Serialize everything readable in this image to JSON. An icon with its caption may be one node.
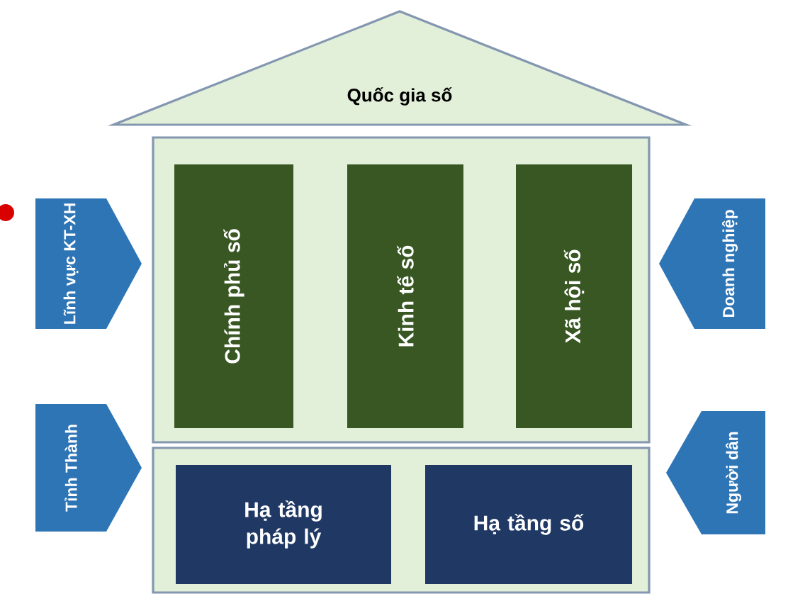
{
  "diagram": {
    "nodes": [
      {
        "text": [
          "Quốc gia số"
        ]
      },
      {
        "text": [],
        "shape": "box"
      },
      {
        "text": [
          "Chính phủ số"
        ],
        "in": 1
      },
      {
        "text": [
          "Kinh tế số"
        ],
        "in": 1
      },
      {
        "text": [
          "Xã hội số"
        ],
        "in": 1
      },
      {
        "text": [],
        "shape": "box"
      },
      {
        "text": [
          "Hạ tầng pháp lý"
        ],
        "in": 5
      },
      {
        "text": [
          "Hạ tầng số"
        ],
        "in": 5
      },
      {
        "text": [
          "Lĩnh vực KT-XH"
        ]
      },
      {
        "text": [
          "Tỉnh Thành"
        ]
      },
      {
        "text": [
          "Doanh nghiệp"
        ]
      },
      {
        "text": [
          "Người dân"
        ]
      }
    ],
    "edges": []
  }
}
